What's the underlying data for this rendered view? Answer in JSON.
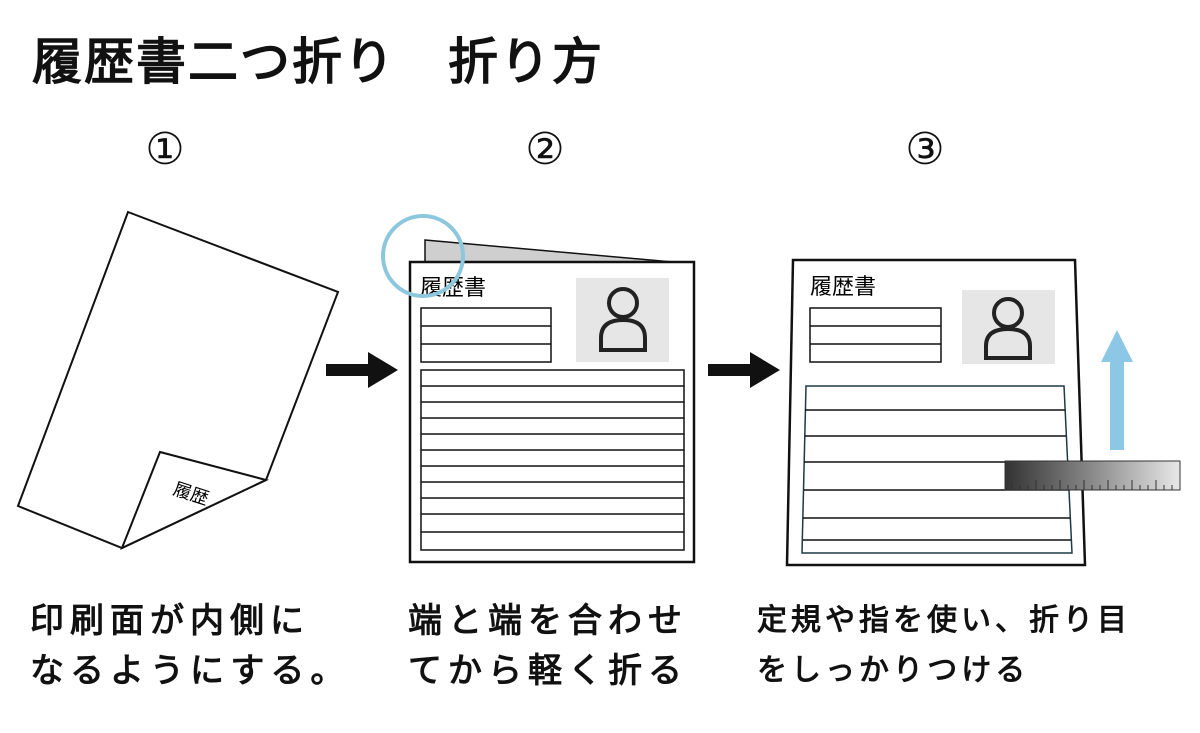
{
  "title": "履歴書二つ折り　折り方",
  "steps": [
    {
      "number": "①",
      "paper_label": "履歴",
      "caption_line1": "印刷面が内側に",
      "caption_line2": "なるようにする。"
    },
    {
      "number": "②",
      "paper_label": "履歴書",
      "caption_line1": "端と端を合わせ",
      "caption_line2": "てから軽く折る"
    },
    {
      "number": "③",
      "paper_label": "履歴書",
      "caption_line1": "定規や指を使い、折り目",
      "caption_line2": "をしっかりつける"
    }
  ],
  "colors": {
    "highlight_circle": "#8cc7dd",
    "up_arrow": "#8cc7e6",
    "photo_box": "#e6e6e6",
    "folded_flap": "#cfcfcf"
  },
  "icons": [
    "right-arrow-icon",
    "person-icon",
    "ruler-icon",
    "up-arrow-icon"
  ]
}
